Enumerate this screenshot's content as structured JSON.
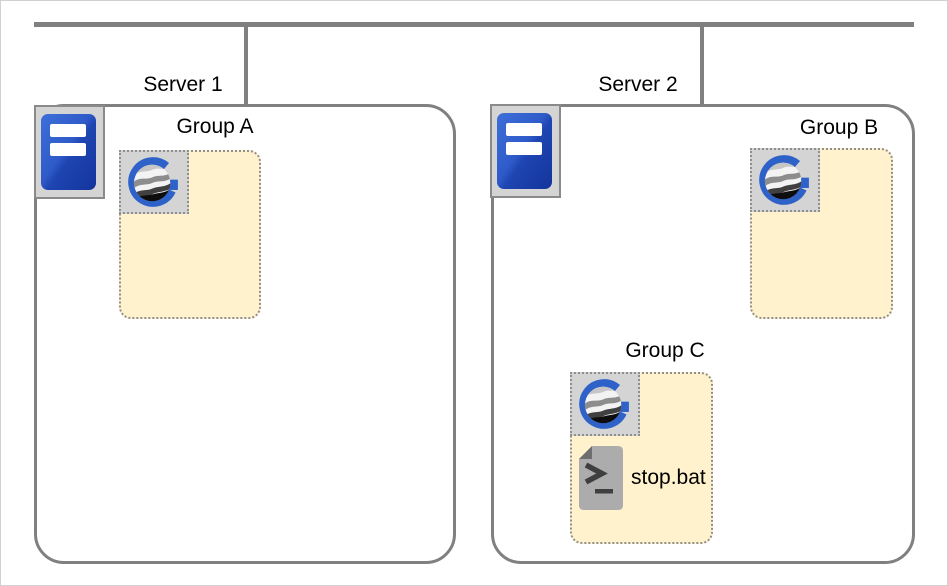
{
  "servers": [
    {
      "label": "Server 1"
    },
    {
      "label": "Server 2"
    }
  ],
  "groups": [
    {
      "label": "Group A",
      "server": "Server 1",
      "files": []
    },
    {
      "label": "Group B",
      "server": "Server 2",
      "files": []
    },
    {
      "label": "Group C",
      "server": "Server 2",
      "files": [
        {
          "name": "stop.bat"
        }
      ]
    }
  ],
  "icons": {
    "server": "server-tower-icon",
    "group_anchor": "g-logo-icon",
    "batch_file": "batch-file-icon"
  },
  "colors": {
    "line": "#808080",
    "group-fill": "#FFF2CC",
    "group-border": "#8F8F8F",
    "cell-fill": "#D4D4D4",
    "blue": "#2E62C9",
    "tower-light": "#3E6FD9",
    "tower-dark": "#14349B"
  }
}
